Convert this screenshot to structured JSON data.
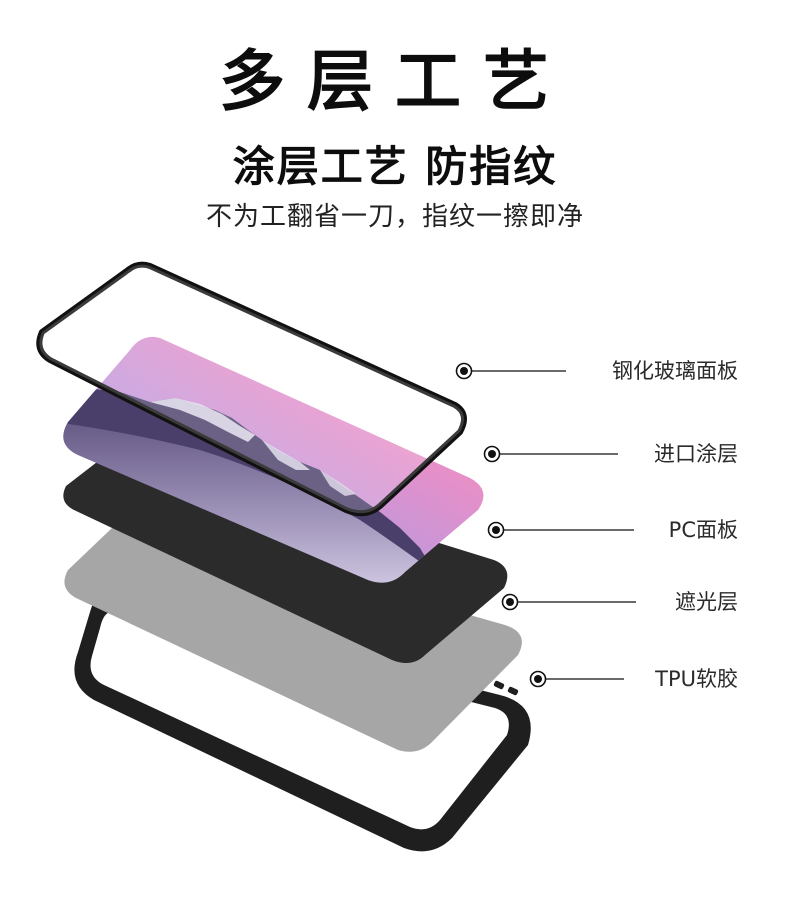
{
  "header": {
    "title": "多层工艺",
    "subtitle": "涂层工艺 防指纹",
    "tagline": "不为工翻省一刀，指纹一擦即净"
  },
  "layers": [
    {
      "label": "钢化玻璃面板",
      "icon": "target-dot-icon"
    },
    {
      "label": "进口涂层",
      "icon": "target-dot-icon"
    },
    {
      "label": "PC面板",
      "icon": "target-dot-icon"
    },
    {
      "label": "遮光层",
      "icon": "target-dot-icon"
    },
    {
      "label": "TPU软胶",
      "icon": "target-dot-icon"
    }
  ],
  "colors": {
    "glass_frame": "#111111",
    "sky_pink": "#f07bb8",
    "sky_purple": "#b59ae6",
    "pc_panel": "#2b2b2b",
    "shading_layer": "#a6a6a6",
    "tpu_frame": "#1f1f1f"
  }
}
